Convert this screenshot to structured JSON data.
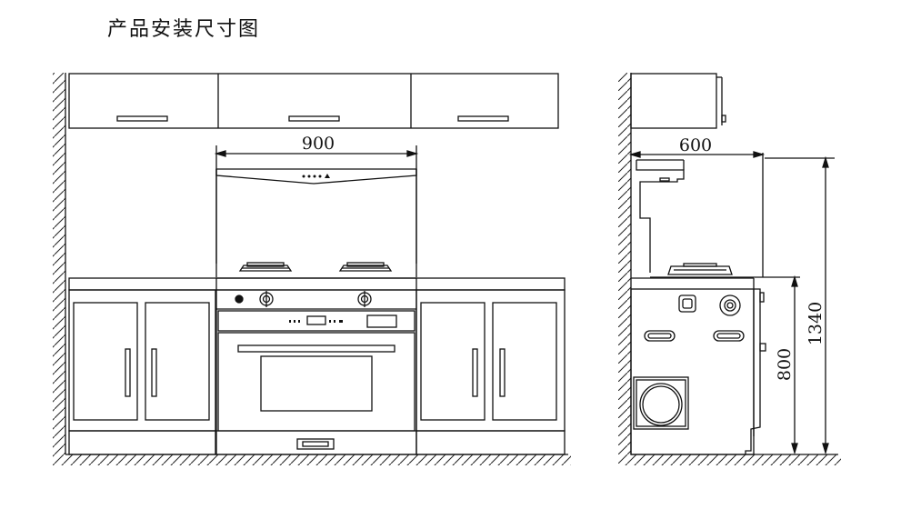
{
  "title": "产品安装尺寸图",
  "dimensions": {
    "width_front": "900",
    "depth_side": "600",
    "height_total": "1340",
    "height_counter": "800"
  }
}
